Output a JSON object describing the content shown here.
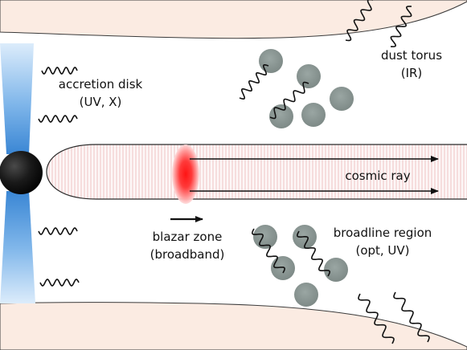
{
  "labels": {
    "accretion_disk": "accretion disk",
    "accretion_disk_band": "(UV, X)",
    "dust_torus": "dust torus",
    "dust_torus_band": "(IR)",
    "cosmic_ray": "cosmic ray",
    "blazar_zone": "blazar zone",
    "blazar_zone_band": "(broadband)",
    "broadline_region": "broadline region",
    "broadline_region_band": "(opt, UV)"
  },
  "colors": {
    "torus_fill": "#fbebe2",
    "disk_blue": "#5b9fe0",
    "disk_light": "#dcecfb",
    "black_hole": "#151515",
    "cloud": "#8c9895",
    "blob_core": "#ff2020",
    "jet_stripe": "#f1c2c2",
    "arrow": "#111111"
  }
}
